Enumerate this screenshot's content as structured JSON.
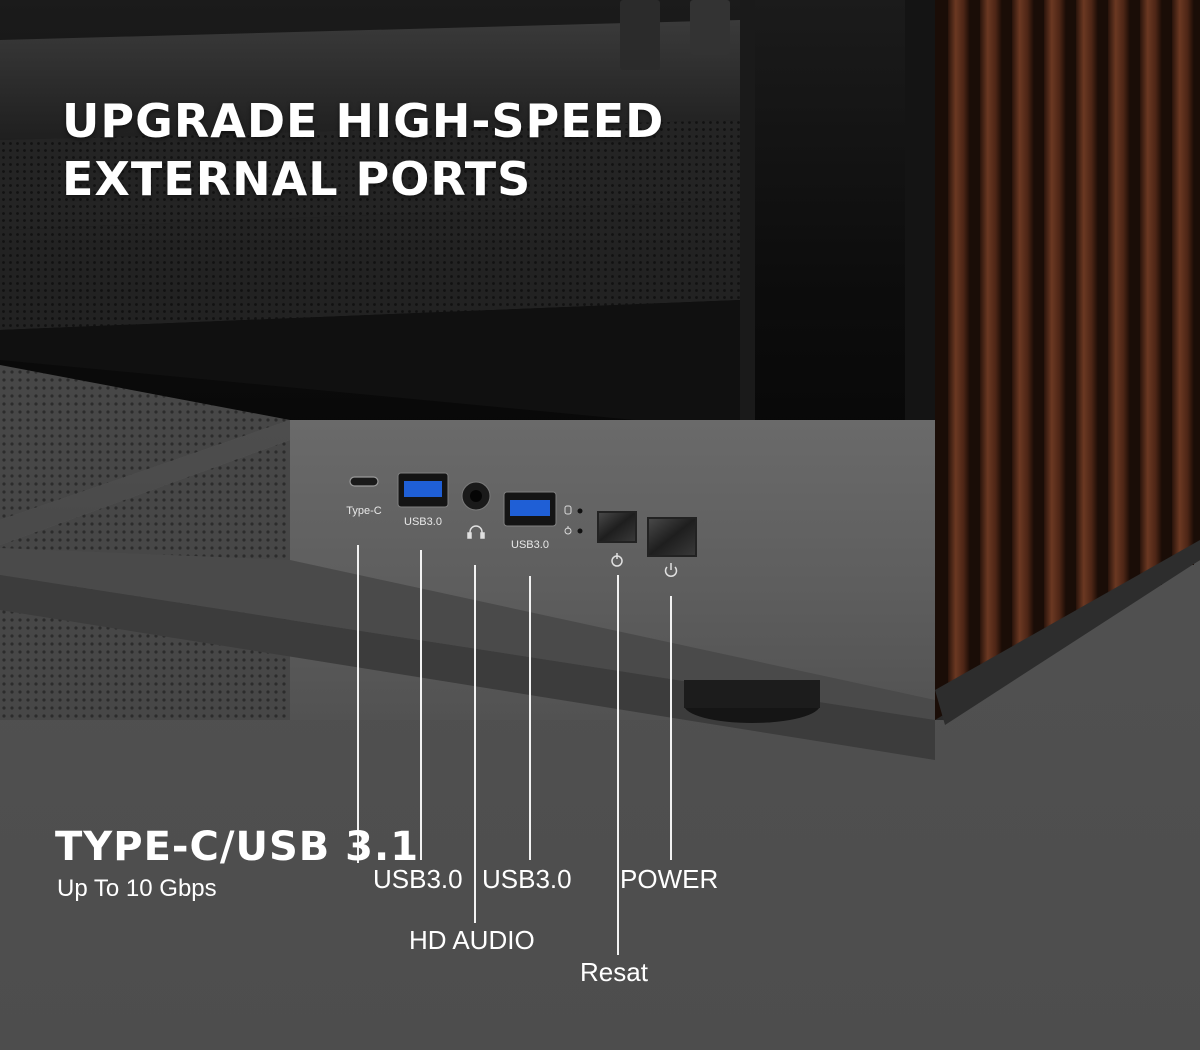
{
  "headline": {
    "line1": "UPGRADE HIGH-SPEED",
    "line2": "EXTERNAL PORTS"
  },
  "panel_labels": {
    "type_c": "Type-C",
    "usb_left": "USB3.0",
    "usb_right": "USB3.0"
  },
  "callouts": {
    "type_c_title": "TYPE-C/USB 3.1",
    "type_c_subtitle": "Up To 10 Gbps",
    "usb_left": "USB3.0",
    "usb_right": "USB3.0",
    "hd_audio": "HD AUDIO",
    "reset": "Resat",
    "power": "POWER"
  },
  "icons": {
    "headphone": "headphone-icon",
    "power": "power-icon",
    "reset": "reset-icon",
    "hdd_led": "hdd-led-icon",
    "power_led": "power-led-icon"
  },
  "colors": {
    "background": "#4e4e4e",
    "panel": "#5c5c5c",
    "glass": "#0b0b0b",
    "wood": "#5a2e1c",
    "usb_blue": "#1f5fd6",
    "callout": "#ffffff"
  }
}
